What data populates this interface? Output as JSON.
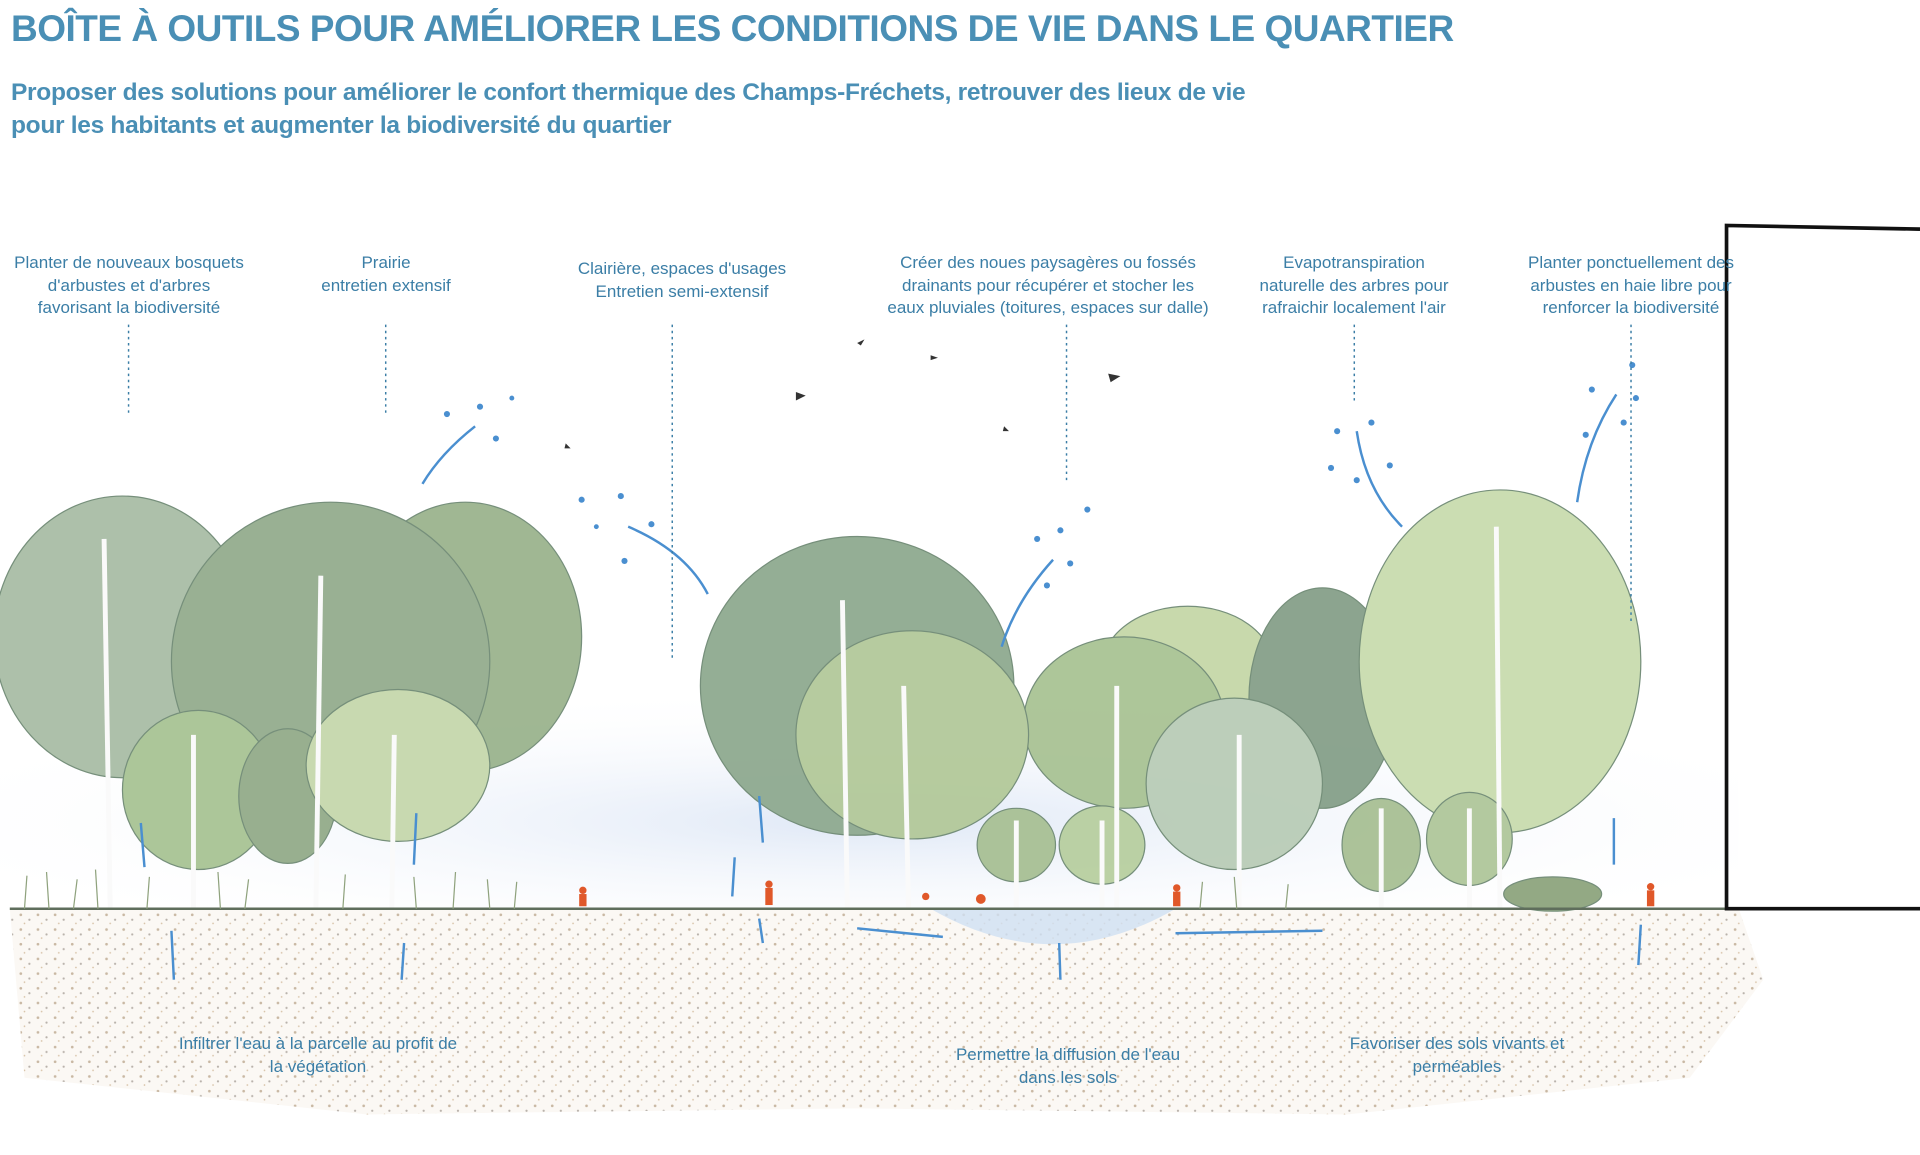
{
  "header": {
    "title": "BOÎTE À OUTILS POUR AMÉLIORER LES CONDITIONS DE VIE DANS LE QUARTIER",
    "subtitle_line1": "Proposer des solutions pour améliorer le confort thermique des Champs-Fréchets, retrouver des lieux de vie",
    "subtitle_line2": "pour les habitants et augmenter la biodiversité du quartier"
  },
  "top_labels": [
    {
      "lines": [
        "Planter de nouveaux bosquets",
        "d'arbustes et d'arbres",
        "favorisant la biodiversité"
      ]
    },
    {
      "lines": [
        "Prairie",
        "entretien extensif"
      ]
    },
    {
      "lines": [
        "Clairière, espaces d'usages",
        "Entretien semi-extensif"
      ]
    },
    {
      "lines": [
        "Créer des noues paysagères ou fossés",
        "drainants pour récupérer et stocher les",
        "eaux pluviales (toitures, espaces sur dalle)"
      ]
    },
    {
      "lines": [
        "Evapotranspiration",
        "naturelle des arbres pour",
        "rafraichir localement l'air"
      ]
    },
    {
      "lines": [
        "Planter ponctuellement des",
        "arbustes en haie libre pour",
        "renforcer la biodiversité"
      ]
    }
  ],
  "bottom_labels": [
    {
      "lines": [
        "Infiltrer l'eau à la parcelle au profit de",
        "la végétation"
      ]
    },
    {
      "lines": [
        "Permettre la diffusion de l'eau",
        "dans les sols"
      ]
    },
    {
      "lines": [
        "Favoriser des sols vivants et",
        "perméables"
      ]
    }
  ],
  "colors": {
    "heading": "#4a8fb5",
    "label": "#3b7ea6",
    "water": "#4a8fd0",
    "tree_dark": "#8fae94",
    "tree_light": "#c7d9a8",
    "soil": "#d8c8b4"
  }
}
